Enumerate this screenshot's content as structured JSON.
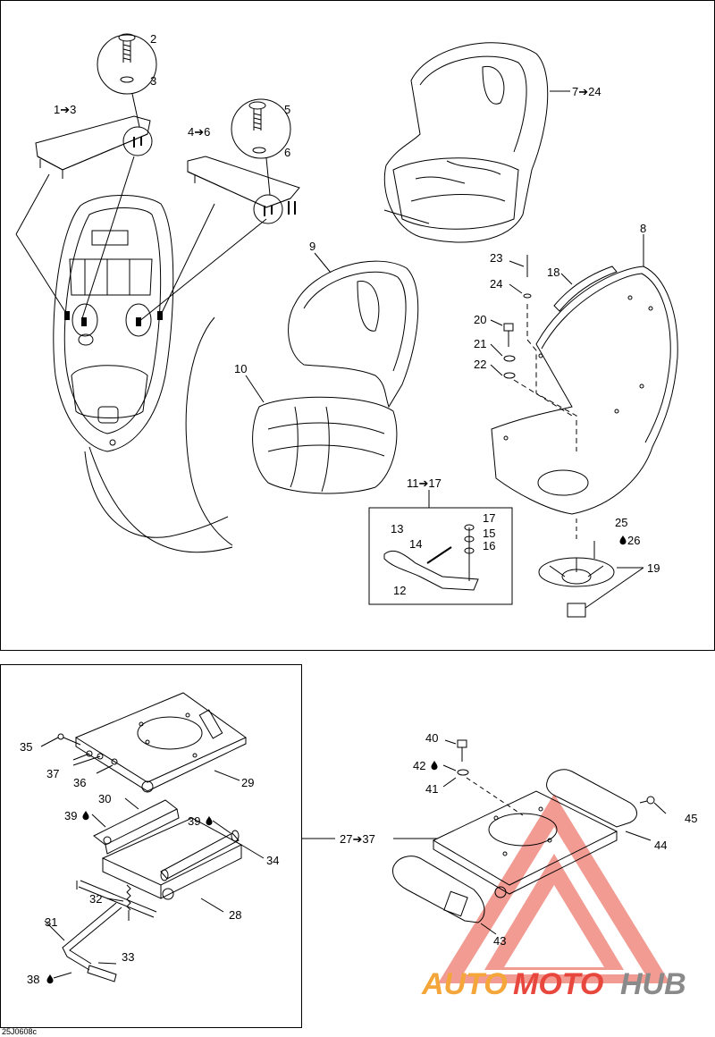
{
  "callouts": {
    "c1": "1➔3",
    "c2": "2",
    "c3": "3",
    "c4": "4➔6",
    "c5": "5",
    "c6": "6",
    "c7": "7➔24",
    "c8": "8",
    "c9": "9",
    "c10": "10",
    "c11": "11➔17",
    "c12": "12",
    "c13": "13",
    "c14": "14",
    "c15": "15",
    "c16": "16",
    "c17": "17",
    "c18": "18",
    "c19": "19",
    "c20": "20",
    "c21": "21",
    "c22": "22",
    "c23": "23",
    "c24": "24",
    "c25": "25",
    "c26": "26",
    "c27": "27➔37",
    "c28": "28",
    "c29": "29",
    "c30": "30",
    "c31": "31",
    "c32": "32",
    "c33": "33",
    "c34": "34",
    "c35": "35",
    "c36": "36",
    "c37": "37",
    "c38": "38",
    "c39a": "39",
    "c39b": "39",
    "c40": "40",
    "c41": "41",
    "c42": "42",
    "c43": "43",
    "c44": "44",
    "c45": "45"
  },
  "drawing_code": "25J0608c",
  "watermark": {
    "part1": "AUTO",
    "part2": "MOTO",
    "part3": "HUB",
    "color_orange": "#f4a63a",
    "color_red": "#e8473d",
    "color_grey": "#8a8a8a"
  },
  "icons": {
    "lubricant": "oil-drop-icon"
  }
}
